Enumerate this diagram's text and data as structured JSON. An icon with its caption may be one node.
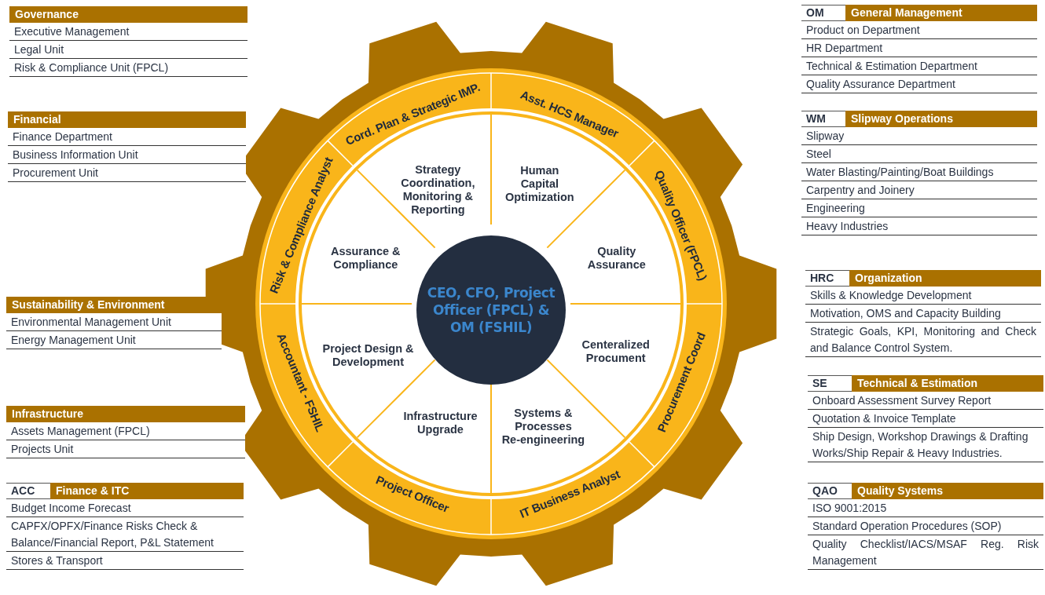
{
  "diagram": {
    "nodes": [
      {
        "text": [
          "Governance",
          "Executive Management",
          "Legal Unit",
          "Risk & Compliance Unit (FPCL)"
        ]
      },
      {
        "text": [
          "Financial",
          "Finance Department",
          "Business Information Unit",
          "Procurement Unit"
        ]
      },
      {
        "text": [
          "Sustainability & Environment",
          "Environmental Management Unit",
          "Energy Management Unit"
        ]
      },
      {
        "text": [
          "Infrastructure",
          "Assets Management (FPCL)",
          "Projects Unit"
        ]
      },
      {
        "text": [
          "ACC",
          "Finance & ITC",
          "Budget Income Forecast",
          "CAPFX/OPFX/Finance Risks Check & Balance/Financial Report, P&L Statement",
          "Stores & Transport"
        ]
      },
      {
        "text": [
          "Cord. Plan & Strategic IMP."
        ]
      },
      {
        "text": [
          "Asst. HCS Manager"
        ]
      },
      {
        "text": [
          "Quality Officer (FPCL)"
        ]
      },
      {
        "text": [
          "Procurement Coord"
        ]
      },
      {
        "text": [
          "IT Business Analyst"
        ]
      },
      {
        "text": [
          "Project Officer"
        ]
      },
      {
        "text": [
          "Accountant - FSHIL"
        ]
      },
      {
        "text": [
          "Risk & Compliance Analyst"
        ]
      },
      {
        "text": [
          "Strategy Coordination, Monitoring & Reporting"
        ]
      },
      {
        "text": [
          "Human Capital Optimization"
        ]
      },
      {
        "text": [
          "Quality Assurance"
        ]
      },
      {
        "text": [
          "Centeralized Procument"
        ]
      },
      {
        "text": [
          "Systems & Processes Re-engineering"
        ]
      },
      {
        "text": [
          "Infrastructure Upgrade"
        ]
      },
      {
        "text": [
          "Project Design & Development"
        ]
      },
      {
        "text": [
          "Assurance & Compliance"
        ]
      },
      {
        "text": [
          "CEO, CFO, Project Officer (FPCL) & OM (FSHIL)"
        ]
      },
      {
        "text": [
          "OM",
          "General Management",
          "Product on Department",
          "HR Department",
          "Technical & Estimation Department",
          "Quality Assurance Department"
        ]
      },
      {
        "text": [
          "WM",
          "Slipway Operations",
          "Slipway",
          "Steel",
          "Water Blasting/Painting/Boat Buildings",
          "Carpentry and Joinery",
          "Engineering",
          "Heavy Industries"
        ]
      },
      {
        "text": [
          "HRC",
          "Organization",
          "Skills & Knowledge Development",
          "Motivation, OMS and Capacity Building",
          "Strategic Goals, KPI, Monitoring and Check and Balance Control System."
        ]
      },
      {
        "text": [
          "SE",
          "Technical & Estimation",
          "Onboard Assessment Survey Report",
          "Quotation & Invoice Template",
          "Ship Design, Workshop Drawings & Drafting Works/Ship Repair & Heavy Industries."
        ]
      },
      {
        "text": [
          "QAO",
          "Quality Systems",
          "ISO 9001:2015",
          "Standard Operation Procedures (SOP)",
          "Quality Checklist/IACS/MSAF Reg. Risk Management"
        ]
      }
    ]
  }
}
